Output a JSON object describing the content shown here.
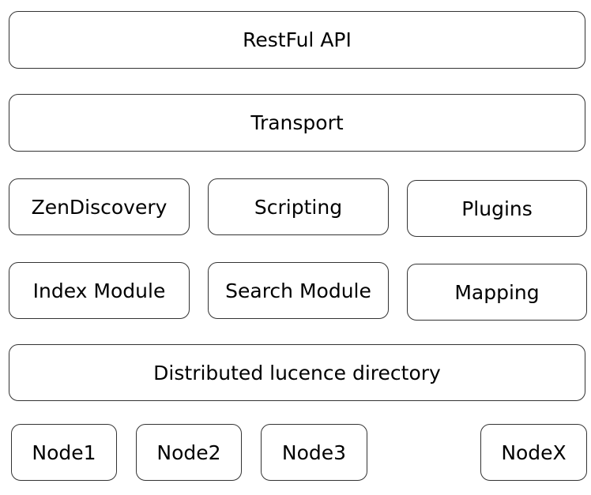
{
  "layers": {
    "restful_api": "RestFul API",
    "transport": "Transport",
    "zendiscovery": "ZenDiscovery",
    "scripting": "Scripting",
    "plugins": "Plugins",
    "index_module": "Index Module",
    "search_module": "Search Module",
    "mapping": "Mapping",
    "distributed_directory": "Distributed lucence directory"
  },
  "nodes": [
    "Node1",
    "Node2",
    "Node3",
    "NodeX"
  ]
}
